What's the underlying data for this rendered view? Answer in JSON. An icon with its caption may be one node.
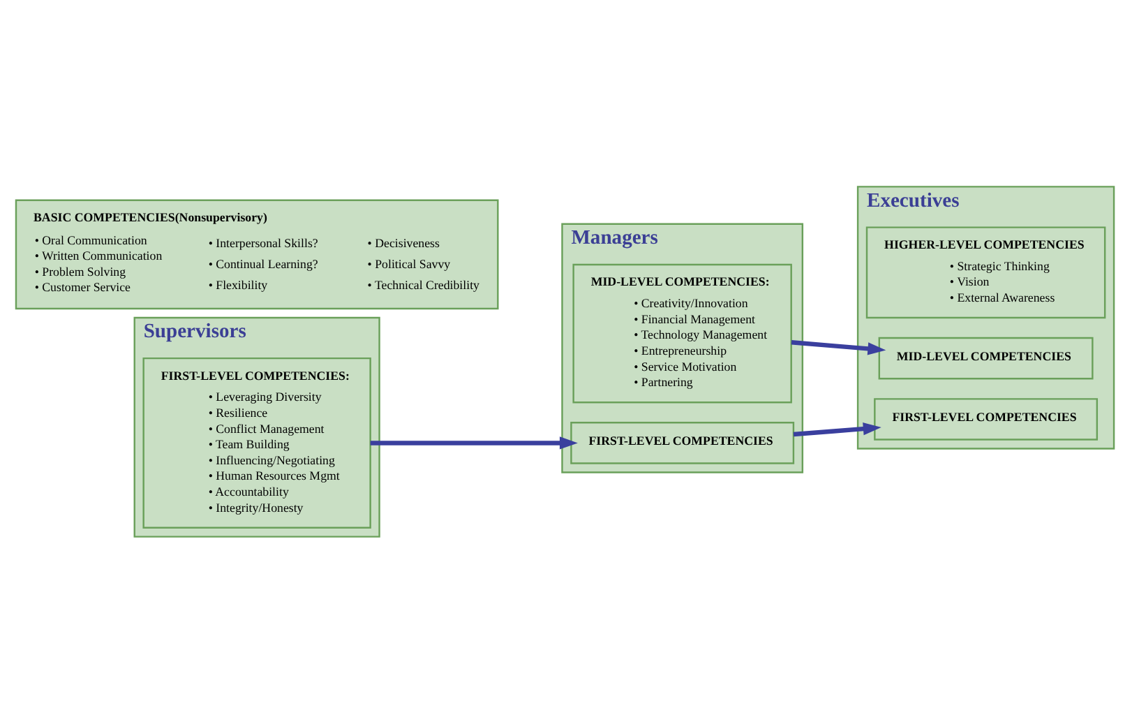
{
  "diagram": {
    "nodes": [
      {
        "text": [
          "Supervisors"
        ]
      },
      {
        "text": [
          "FIRST-LEVEL COMPETENCIES:",
          "• Leveraging Diversity",
          "• Resilience",
          "• Conflict Management",
          "• Team Building",
          "• Influencing/Negotiating",
          "• Human Resources Mgmt",
          "• Accountability",
          "• Integrity/Honesty"
        ],
        "in": 0
      },
      {
        "text": [
          "Managers"
        ]
      },
      {
        "text": [
          "MID-LEVEL COMPETENCIES:",
          "• Creativity/Innovation",
          "• Financial Management",
          "• Technology Management",
          "• Entrepreneurship",
          "• Service Motivation",
          "• Partnering"
        ],
        "in": 2
      },
      {
        "text": [
          "FIRST-LEVEL COMPETENCIES"
        ],
        "in": 2
      },
      {
        "text": [
          "Executives"
        ]
      },
      {
        "text": [
          "HIGHER-LEVEL COMPETENCIES",
          "• Strategic Thinking",
          "• Vision",
          "• External Awareness"
        ],
        "in": 5
      },
      {
        "text": [
          "MID-LEVEL COMPETENCIES"
        ],
        "in": 5
      },
      {
        "text": [
          "FIRST-LEVEL COMPETENCIES"
        ],
        "in": 5
      },
      {
        "text": [
          "BASIC COMPETENCIES(Nonsupervisory)",
          "• Oral Communication",
          "• Written Communication",
          "• Problem Solving",
          "• Customer Service",
          "• Interpersonal Skills?",
          "• Continual Learning?",
          "• Flexibility",
          "• Decisiveness",
          "• Political Savvy",
          "• Technical Credibility"
        ]
      }
    ],
    "edges": [
      {
        "from": 1,
        "to": 4,
        "arrow": "to"
      },
      {
        "from": 3,
        "to": 7,
        "arrow": "to"
      },
      {
        "from": 4,
        "to": 8,
        "arrow": "to"
      }
    ]
  }
}
